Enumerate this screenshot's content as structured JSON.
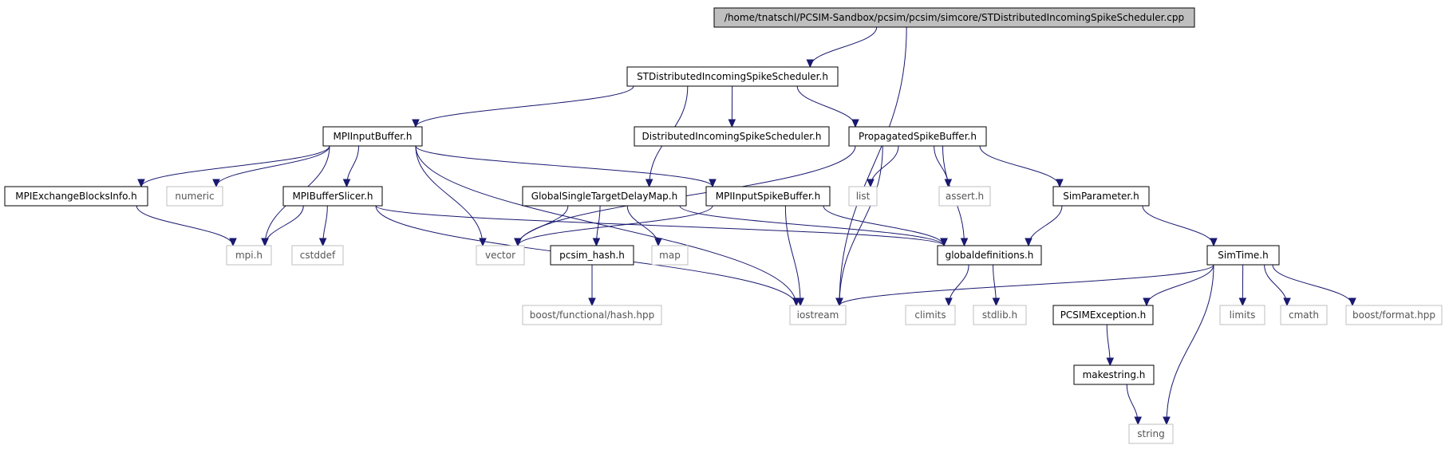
{
  "diagram": {
    "type": "include-dependency-graph",
    "colors": {
      "edge": "#191970",
      "internal_border": "#000000",
      "external_border": "#bfbfbf",
      "root_fill": "#bfbfbf",
      "background": "#ffffff"
    },
    "nodes": [
      {
        "id": "root",
        "label": "/home/tnatschl/PCSIM-Sandbox/pcsim/pcsim/simcore/STDistributedIncomingSpikeScheduler.cpp",
        "kind": "root"
      },
      {
        "id": "stdiss_h",
        "label": "STDistributedIncomingSpikeScheduler.h",
        "kind": "internal"
      },
      {
        "id": "mpiinputbuffer",
        "label": "MPIInputBuffer.h",
        "kind": "internal"
      },
      {
        "id": "diss_h",
        "label": "DistributedIncomingSpikeScheduler.h",
        "kind": "internal"
      },
      {
        "id": "propspike",
        "label": "PropagatedSpikeBuffer.h",
        "kind": "internal"
      },
      {
        "id": "mpiexch",
        "label": "MPIExchangeBlocksInfo.h",
        "kind": "internal"
      },
      {
        "id": "numeric",
        "label": "numeric",
        "kind": "external"
      },
      {
        "id": "mpibufslicer",
        "label": "MPIBufferSlicer.h",
        "kind": "internal"
      },
      {
        "id": "gstdm",
        "label": "GlobalSingleTargetDelayMap.h",
        "kind": "internal"
      },
      {
        "id": "mpiinspike",
        "label": "MPIInputSpikeBuffer.h",
        "kind": "internal"
      },
      {
        "id": "list",
        "label": "list",
        "kind": "external"
      },
      {
        "id": "assert",
        "label": "assert.h",
        "kind": "external"
      },
      {
        "id": "simparam",
        "label": "SimParameter.h",
        "kind": "internal"
      },
      {
        "id": "mpi_h",
        "label": "mpi.h",
        "kind": "external"
      },
      {
        "id": "cstddef",
        "label": "cstddef",
        "kind": "external"
      },
      {
        "id": "vector",
        "label": "vector",
        "kind": "external"
      },
      {
        "id": "pcsimhash",
        "label": "pcsim_hash.h",
        "kind": "internal"
      },
      {
        "id": "map",
        "label": "map",
        "kind": "external"
      },
      {
        "id": "globaldefs",
        "label": "globaldefinitions.h",
        "kind": "internal"
      },
      {
        "id": "simtime",
        "label": "SimTime.h",
        "kind": "internal"
      },
      {
        "id": "boosthash",
        "label": "boost/functional/hash.hpp",
        "kind": "external"
      },
      {
        "id": "iostream",
        "label": "iostream",
        "kind": "external"
      },
      {
        "id": "climits",
        "label": "climits",
        "kind": "external"
      },
      {
        "id": "stdlib",
        "label": "stdlib.h",
        "kind": "external"
      },
      {
        "id": "pcsimexc",
        "label": "PCSIMException.h",
        "kind": "internal"
      },
      {
        "id": "limits",
        "label": "limits",
        "kind": "external"
      },
      {
        "id": "cmath",
        "label": "cmath",
        "kind": "external"
      },
      {
        "id": "boostformat",
        "label": "boost/format.hpp",
        "kind": "external"
      },
      {
        "id": "makestring",
        "label": "makestring.h",
        "kind": "internal"
      },
      {
        "id": "string",
        "label": "string",
        "kind": "external"
      }
    ],
    "edges": [
      {
        "from": "root",
        "to": "stdiss_h"
      },
      {
        "from": "root",
        "to": "iostream"
      },
      {
        "from": "stdiss_h",
        "to": "mpiinputbuffer"
      },
      {
        "from": "stdiss_h",
        "to": "diss_h"
      },
      {
        "from": "stdiss_h",
        "to": "propspike"
      },
      {
        "from": "stdiss_h",
        "to": "gstdm"
      },
      {
        "from": "mpiinputbuffer",
        "to": "mpiexch"
      },
      {
        "from": "mpiinputbuffer",
        "to": "numeric"
      },
      {
        "from": "mpiinputbuffer",
        "to": "mpibufslicer"
      },
      {
        "from": "mpiinputbuffer",
        "to": "mpi_h"
      },
      {
        "from": "mpiinputbuffer",
        "to": "vector"
      },
      {
        "from": "mpiinputbuffer",
        "to": "mpiinspike"
      },
      {
        "from": "mpiinputbuffer",
        "to": "iostream"
      },
      {
        "from": "mpiexch",
        "to": "mpi_h"
      },
      {
        "from": "mpibufslicer",
        "to": "mpi_h"
      },
      {
        "from": "mpibufslicer",
        "to": "cstddef"
      },
      {
        "from": "mpibufslicer",
        "to": "globaldefs"
      },
      {
        "from": "mpibufslicer",
        "to": "iostream"
      },
      {
        "from": "propspike",
        "to": "vector"
      },
      {
        "from": "propspike",
        "to": "list"
      },
      {
        "from": "propspike",
        "to": "assert"
      },
      {
        "from": "propspike",
        "to": "globaldefs"
      },
      {
        "from": "propspike",
        "to": "simparam"
      },
      {
        "from": "propspike",
        "to": "iostream"
      },
      {
        "from": "gstdm",
        "to": "vector"
      },
      {
        "from": "gstdm",
        "to": "pcsimhash"
      },
      {
        "from": "gstdm",
        "to": "map"
      },
      {
        "from": "gstdm",
        "to": "globaldefs"
      },
      {
        "from": "mpiinspike",
        "to": "vector"
      },
      {
        "from": "mpiinspike",
        "to": "globaldefs"
      },
      {
        "from": "mpiinspike",
        "to": "iostream"
      },
      {
        "from": "pcsimhash",
        "to": "boosthash"
      },
      {
        "from": "simparam",
        "to": "globaldefs"
      },
      {
        "from": "simparam",
        "to": "simtime"
      },
      {
        "from": "globaldefs",
        "to": "climits"
      },
      {
        "from": "globaldefs",
        "to": "stdlib"
      },
      {
        "from": "simtime",
        "to": "iostream"
      },
      {
        "from": "simtime",
        "to": "pcsimexc"
      },
      {
        "from": "simtime",
        "to": "limits"
      },
      {
        "from": "simtime",
        "to": "cmath"
      },
      {
        "from": "simtime",
        "to": "boostformat"
      },
      {
        "from": "simtime",
        "to": "string"
      },
      {
        "from": "pcsimexc",
        "to": "makestring"
      },
      {
        "from": "makestring",
        "to": "string"
      }
    ]
  }
}
